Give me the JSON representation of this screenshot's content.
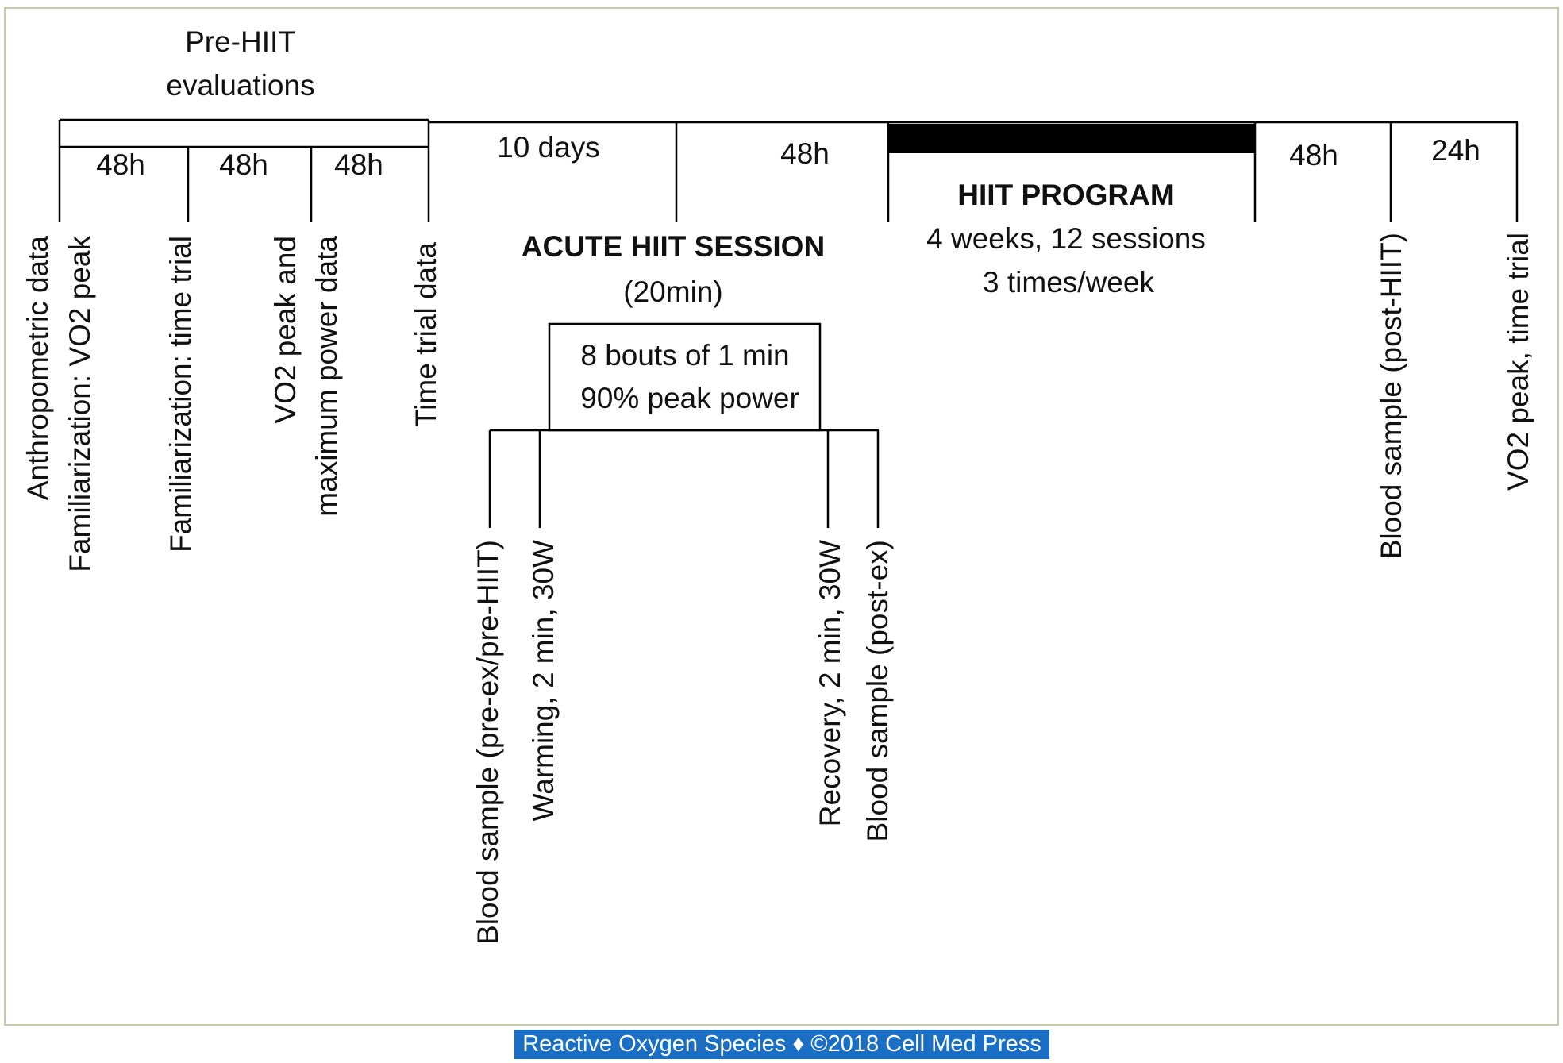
{
  "diagram": {
    "pre_hiit": {
      "title_line1": "Pre-HIIT",
      "title_line2": "evaluations"
    },
    "intervals": {
      "i1": "48h",
      "i2": "48h",
      "i3": "48h",
      "i4": "10 days",
      "i5": "48h",
      "i6": "48h",
      "i7": "24h"
    },
    "events": {
      "e1": "Anthropometric  data",
      "e2": "Familiarization: VO2 peak",
      "e3": "Familiarization: time trial",
      "e4": "VO2 peak and",
      "e5": "maximum power data",
      "e6": "Time trial data",
      "e7": "Blood sample (post-HIIT)",
      "e8": "VO2 peak, time trial"
    },
    "acute": {
      "title": "ACUTE HIIT SESSION",
      "duration": "(20min)",
      "box_line1": "8 bouts of 1 min",
      "box_line2": "90% peak power",
      "s1": "Blood sample (pre-ex/pre-HIIT)",
      "s2": "Warming, 2 min, 30W",
      "s3": "Recovery, 2 min, 30W",
      "s4": "Blood sample (post-ex)"
    },
    "program": {
      "title": "HIIT PROGRAM",
      "line1": "4 weeks, 12 sessions",
      "line2": "3 times/week"
    }
  },
  "footer": {
    "text": "Reactive Oxygen Species ♦ ©2018 Cell Med Press"
  },
  "colors": {
    "footer_bg": "#1a6fc4",
    "frame": "#c9c9a8",
    "line": "#000000"
  }
}
